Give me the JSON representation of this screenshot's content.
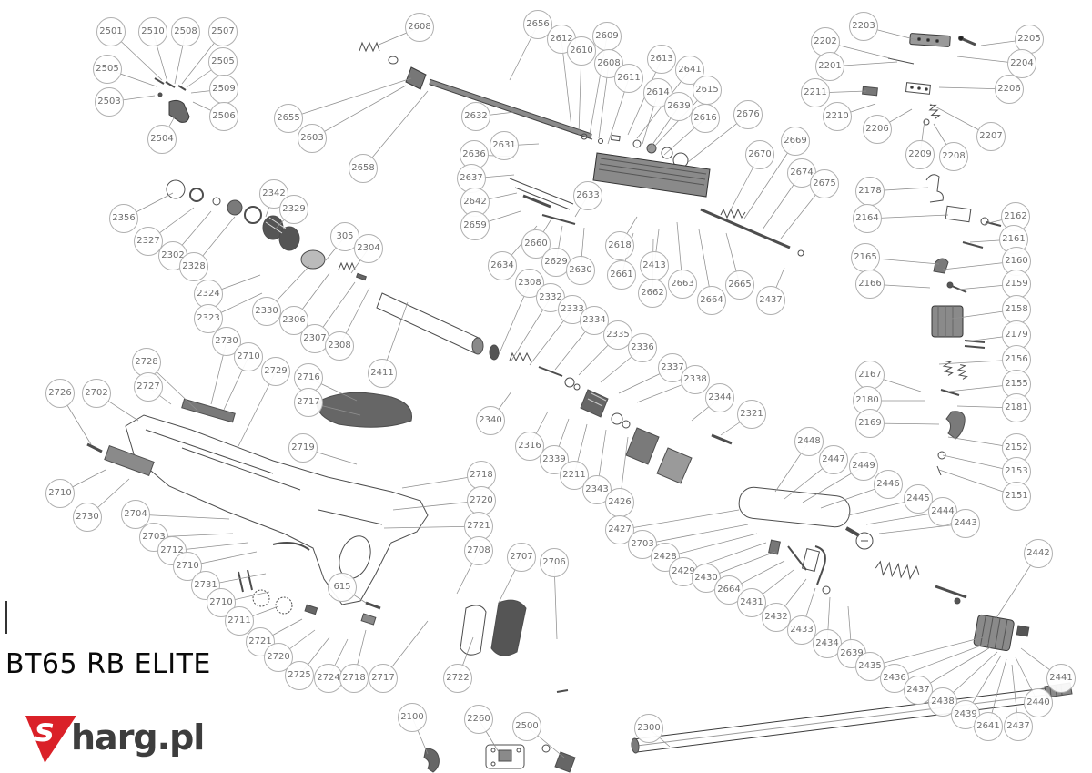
{
  "meta": {
    "title": "BT65 RB ELITE",
    "brand_s": "s",
    "brand_rest": "harg.pl"
  },
  "colors": {
    "brand_red": "#da2128",
    "callout_stroke": "#b0b0b0",
    "callout_text": "#6e6e6e",
    "leader_line": "#8f8f8f",
    "ink": "#444444"
  },
  "callouts": [
    [
      "2501",
      122,
      35,
      178,
      88
    ],
    [
      "2510",
      168,
      35,
      184,
      90
    ],
    [
      "2508",
      204,
      35,
      192,
      92
    ],
    [
      "2507",
      245,
      35,
      200,
      92
    ],
    [
      "2505",
      245,
      68,
      205,
      96
    ],
    [
      "2505",
      118,
      76,
      172,
      95
    ],
    [
      "2503",
      120,
      112,
      170,
      105
    ],
    [
      "2509",
      246,
      98,
      210,
      102
    ],
    [
      "2506",
      246,
      128,
      212,
      112
    ],
    [
      "2504",
      178,
      153,
      192,
      128
    ],
    [
      "2608",
      461,
      30,
      414,
      50
    ],
    [
      "2656",
      591,
      27,
      560,
      88
    ],
    [
      "2612",
      617,
      43,
      628,
      140
    ],
    [
      "2610",
      639,
      56,
      636,
      148
    ],
    [
      "2609",
      667,
      40,
      648,
      148
    ],
    [
      "2608",
      669,
      70,
      658,
      152
    ],
    [
      "2613",
      727,
      65,
      690,
      148
    ],
    [
      "2611",
      691,
      86,
      668,
      158
    ],
    [
      "2641",
      758,
      77,
      700,
      152
    ],
    [
      "2614",
      723,
      102,
      706,
      158
    ],
    [
      "2615",
      777,
      99,
      718,
      162
    ],
    [
      "2639",
      746,
      117,
      712,
      166
    ],
    [
      "2616",
      775,
      130,
      730,
      170
    ],
    [
      "2676",
      822,
      126,
      756,
      178
    ],
    [
      "2655",
      317,
      130,
      452,
      86
    ],
    [
      "2632",
      523,
      128,
      574,
      122
    ],
    [
      "2603",
      343,
      152,
      446,
      94
    ],
    [
      "2631",
      554,
      160,
      592,
      158
    ],
    [
      "2636",
      521,
      170,
      565,
      172
    ],
    [
      "2658",
      399,
      185,
      470,
      100
    ],
    [
      "2637",
      518,
      196,
      565,
      192
    ],
    [
      "2670",
      835,
      170,
      802,
      232
    ],
    [
      "2669",
      874,
      155,
      818,
      240
    ],
    [
      "2674",
      881,
      190,
      838,
      252
    ],
    [
      "2675",
      906,
      202,
      858,
      262
    ],
    [
      "2642",
      522,
      222,
      568,
      212
    ],
    [
      "2633",
      646,
      215,
      632,
      238
    ],
    [
      "2659",
      522,
      248,
      572,
      232
    ],
    [
      "2660",
      589,
      268,
      605,
      242
    ],
    [
      "2618",
      681,
      270,
      700,
      238
    ],
    [
      "2413",
      719,
      292,
      724,
      252
    ],
    [
      "2634",
      552,
      292,
      590,
      248
    ],
    [
      "2629",
      611,
      288,
      618,
      248
    ],
    [
      "2630",
      638,
      297,
      642,
      250
    ],
    [
      "2661",
      683,
      302,
      696,
      256
    ],
    [
      "2662",
      717,
      322,
      718,
      262
    ],
    [
      "2663",
      750,
      312,
      744,
      244
    ],
    [
      "2664",
      782,
      330,
      768,
      252
    ],
    [
      "2665",
      813,
      313,
      798,
      256
    ],
    [
      "2437",
      847,
      330,
      862,
      294
    ],
    [
      "2203",
      949,
      29,
      1008,
      44
    ],
    [
      "2202",
      907,
      46,
      978,
      64
    ],
    [
      "2205",
      1131,
      43,
      1078,
      50
    ],
    [
      "2204",
      1123,
      70,
      1052,
      62
    ],
    [
      "2201",
      912,
      73,
      986,
      68
    ],
    [
      "2211",
      896,
      102,
      952,
      100
    ],
    [
      "2206",
      1109,
      98,
      1032,
      96
    ],
    [
      "2210",
      920,
      128,
      962,
      114
    ],
    [
      "2206",
      964,
      142,
      1002,
      120
    ],
    [
      "2207",
      1089,
      150,
      1022,
      114
    ],
    [
      "2209",
      1011,
      170,
      1016,
      132
    ],
    [
      "2208",
      1048,
      172,
      1026,
      136
    ],
    [
      "2178",
      956,
      210,
      1020,
      206
    ],
    [
      "2164",
      953,
      240,
      1042,
      236
    ],
    [
      "2162",
      1116,
      238,
      1082,
      246
    ],
    [
      "2161",
      1114,
      263,
      1066,
      266
    ],
    [
      "2165",
      951,
      283,
      1032,
      290
    ],
    [
      "2160",
      1117,
      287,
      1036,
      296
    ],
    [
      "2166",
      956,
      312,
      1022,
      316
    ],
    [
      "2159",
      1117,
      312,
      1052,
      318
    ],
    [
      "2158",
      1117,
      340,
      1046,
      350
    ],
    [
      "2179",
      1117,
      368,
      1062,
      375
    ],
    [
      "2156",
      1117,
      395,
      1032,
      400
    ],
    [
      "2167",
      956,
      412,
      1012,
      430
    ],
    [
      "2155",
      1117,
      422,
      1042,
      430
    ],
    [
      "2180",
      953,
      440,
      1016,
      440
    ],
    [
      "2181",
      1117,
      448,
      1052,
      446
    ],
    [
      "2169",
      956,
      465,
      1032,
      466
    ],
    [
      "2152",
      1117,
      492,
      1042,
      480
    ],
    [
      "2153",
      1117,
      518,
      1036,
      500
    ],
    [
      "2151",
      1117,
      545,
      1032,
      516
    ],
    [
      "2356",
      136,
      240,
      190,
      212
    ],
    [
      "2342",
      301,
      213,
      292,
      238
    ],
    [
      "2329",
      323,
      230,
      302,
      252
    ],
    [
      "2327",
      163,
      265,
      213,
      228
    ],
    [
      "2302",
      190,
      281,
      232,
      232
    ],
    [
      "2328",
      213,
      293,
      258,
      238
    ],
    [
      "305",
      379,
      260,
      358,
      286
    ],
    [
      "2304",
      405,
      273,
      386,
      300
    ],
    [
      "2324",
      229,
      323,
      286,
      302
    ],
    [
      "2323",
      229,
      350,
      288,
      322
    ],
    [
      "2330",
      293,
      342,
      340,
      292
    ],
    [
      "2306",
      323,
      352,
      362,
      300
    ],
    [
      "2307",
      346,
      372,
      390,
      310
    ],
    [
      "2308",
      373,
      380,
      406,
      316
    ],
    [
      "2411",
      420,
      410,
      448,
      332
    ],
    [
      "2308",
      582,
      311,
      548,
      390
    ],
    [
      "2332",
      605,
      327,
      562,
      396
    ],
    [
      "2333",
      629,
      340,
      582,
      401
    ],
    [
      "2334",
      653,
      352,
      610,
      406
    ],
    [
      "2335",
      679,
      368,
      636,
      412
    ],
    [
      "2336",
      706,
      382,
      660,
      420
    ],
    [
      "2337",
      739,
      404,
      680,
      432
    ],
    [
      "2338",
      764,
      417,
      700,
      442
    ],
    [
      "2344",
      791,
      437,
      760,
      462
    ],
    [
      "2321",
      826,
      455,
      792,
      478
    ],
    [
      "2340",
      539,
      462,
      562,
      430
    ],
    [
      "2316",
      582,
      490,
      602,
      452
    ],
    [
      "2339",
      609,
      505,
      625,
      460
    ],
    [
      "2211",
      631,
      522,
      645,
      466
    ],
    [
      "2343",
      656,
      538,
      666,
      472
    ],
    [
      "2426",
      681,
      552,
      690,
      480
    ],
    [
      "2730",
      249,
      375,
      232,
      444
    ],
    [
      "2710",
      273,
      392,
      246,
      450
    ],
    [
      "2728",
      161,
      398,
      216,
      450
    ],
    [
      "2729",
      303,
      408,
      262,
      490
    ],
    [
      "2727",
      163,
      425,
      188,
      444
    ],
    [
      "2726",
      66,
      432,
      100,
      488
    ],
    [
      "2702",
      106,
      432,
      152,
      462
    ],
    [
      "2716",
      339,
      415,
      392,
      440
    ],
    [
      "2717",
      339,
      442,
      396,
      456
    ],
    [
      "2719",
      333,
      492,
      392,
      510
    ],
    [
      "2718",
      529,
      522,
      442,
      536
    ],
    [
      "2720",
      529,
      550,
      432,
      560
    ],
    [
      "2721",
      526,
      578,
      422,
      580
    ],
    [
      "2710",
      66,
      542,
      116,
      516
    ],
    [
      "2730",
      96,
      568,
      142,
      526
    ],
    [
      "2704",
      149,
      565,
      252,
      570
    ],
    [
      "2703",
      169,
      590,
      256,
      586
    ],
    [
      "2712",
      189,
      605,
      272,
      596
    ],
    [
      "2710",
      206,
      622,
      282,
      606
    ],
    [
      "2731",
      226,
      643,
      292,
      630
    ],
    [
      "2710",
      243,
      662,
      296,
      650
    ],
    [
      "2711",
      263,
      682,
      306,
      666
    ],
    [
      "2721",
      286,
      705,
      332,
      680
    ],
    [
      "2720",
      306,
      722,
      346,
      692
    ],
    [
      "2725",
      329,
      742,
      362,
      700
    ],
    [
      "2724",
      361,
      745,
      382,
      702
    ],
    [
      "2718",
      389,
      745,
      402,
      692
    ],
    [
      "2717",
      421,
      745,
      470,
      682
    ],
    [
      "615",
      376,
      645,
      402,
      662
    ],
    [
      "2722",
      503,
      745,
      520,
      700
    ],
    [
      "2708",
      526,
      605,
      502,
      652
    ],
    [
      "2707",
      573,
      612,
      548,
      662
    ],
    [
      "2706",
      609,
      618,
      612,
      702
    ],
    [
      "2448",
      889,
      485,
      852,
      540
    ],
    [
      "2447",
      916,
      505,
      862,
      548
    ],
    [
      "2449",
      949,
      512,
      882,
      552
    ],
    [
      "2446",
      976,
      532,
      902,
      558
    ],
    [
      "2445",
      1009,
      548,
      932,
      566
    ],
    [
      "2444",
      1036,
      562,
      952,
      576
    ],
    [
      "2443",
      1061,
      575,
      966,
      586
    ],
    [
      "2442",
      1141,
      608,
      1094,
      680
    ],
    [
      "2427",
      681,
      582,
      812,
      560
    ],
    [
      "2703",
      706,
      598,
      822,
      576
    ],
    [
      "2428",
      731,
      612,
      832,
      586
    ],
    [
      "2429",
      751,
      628,
      842,
      596
    ],
    [
      "2430",
      776,
      635,
      852,
      606
    ],
    [
      "2664",
      801,
      648,
      862,
      616
    ],
    [
      "2431",
      826,
      662,
      872,
      626
    ],
    [
      "2432",
      853,
      678,
      886,
      636
    ],
    [
      "2433",
      881,
      692,
      896,
      646
    ],
    [
      "2434",
      909,
      707,
      912,
      656
    ],
    [
      "2639",
      936,
      718,
      932,
      666
    ],
    [
      "2435",
      956,
      732,
      1080,
      700
    ],
    [
      "2436",
      983,
      745,
      1086,
      706
    ],
    [
      "2437",
      1009,
      758,
      1090,
      710
    ],
    [
      "2438",
      1036,
      771,
      1096,
      716
    ],
    [
      "2439",
      1061,
      785,
      1100,
      720
    ],
    [
      "2641",
      1086,
      798,
      1106,
      724
    ],
    [
      "2437",
      1119,
      798,
      1112,
      730
    ],
    [
      "2440",
      1141,
      772,
      1116,
      722
    ],
    [
      "2441",
      1166,
      745,
      1122,
      712
    ],
    [
      "2100",
      453,
      788,
      470,
      828
    ],
    [
      "2260",
      526,
      790,
      548,
      826
    ],
    [
      "2500",
      579,
      798,
      620,
      832
    ],
    [
      "2300",
      713,
      800,
      736,
      820
    ]
  ]
}
